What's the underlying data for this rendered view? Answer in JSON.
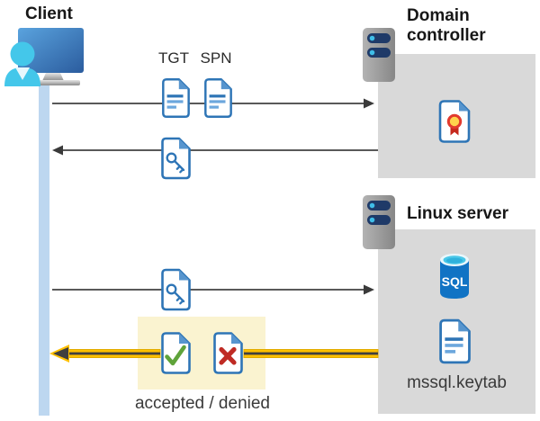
{
  "labels": {
    "client": "Client",
    "domain_controller": "Domain controller",
    "linux_server": "Linux server",
    "tgt": "TGT",
    "spn": "SPN",
    "sql": "SQL",
    "keytab_file": "mssql.keytab",
    "result": "accepted / denied"
  },
  "icons": {
    "client": "monitor-with-user-icon",
    "domain_controller": "server-icon",
    "linux_server": "server-icon",
    "tgt": "document-icon",
    "spn": "document-icon",
    "ticket_reply": "key-document-icon",
    "ticket_request": "key-document-icon",
    "certificate": "certificate-document-icon",
    "database": "sql-database-icon",
    "keytab": "document-icon",
    "accepted": "check-document-icon",
    "denied": "cross-document-icon"
  },
  "colors": {
    "doc_border": "#2E75B6",
    "doc_fold": "#5795CE",
    "doc_line_dark": "#2E75B6",
    "doc_line_light": "#6CA7DD",
    "accent_yellow": "#FFC000",
    "highlight_bg": "#FAF3D0",
    "box_gray": "#D9D9D9",
    "lifeline_blue": "#BDD7F0",
    "arrow_gray": "#595959",
    "arrowhead_gray": "#3A3A3A",
    "check_green": "#5FA33A",
    "cross_red": "#BF2B24",
    "sql_blue": "#1173C4",
    "person_cyan": "#44C7EA",
    "server_pill_navy": "#1F3A68",
    "server_dot_cyan": "#3FBEE8"
  }
}
